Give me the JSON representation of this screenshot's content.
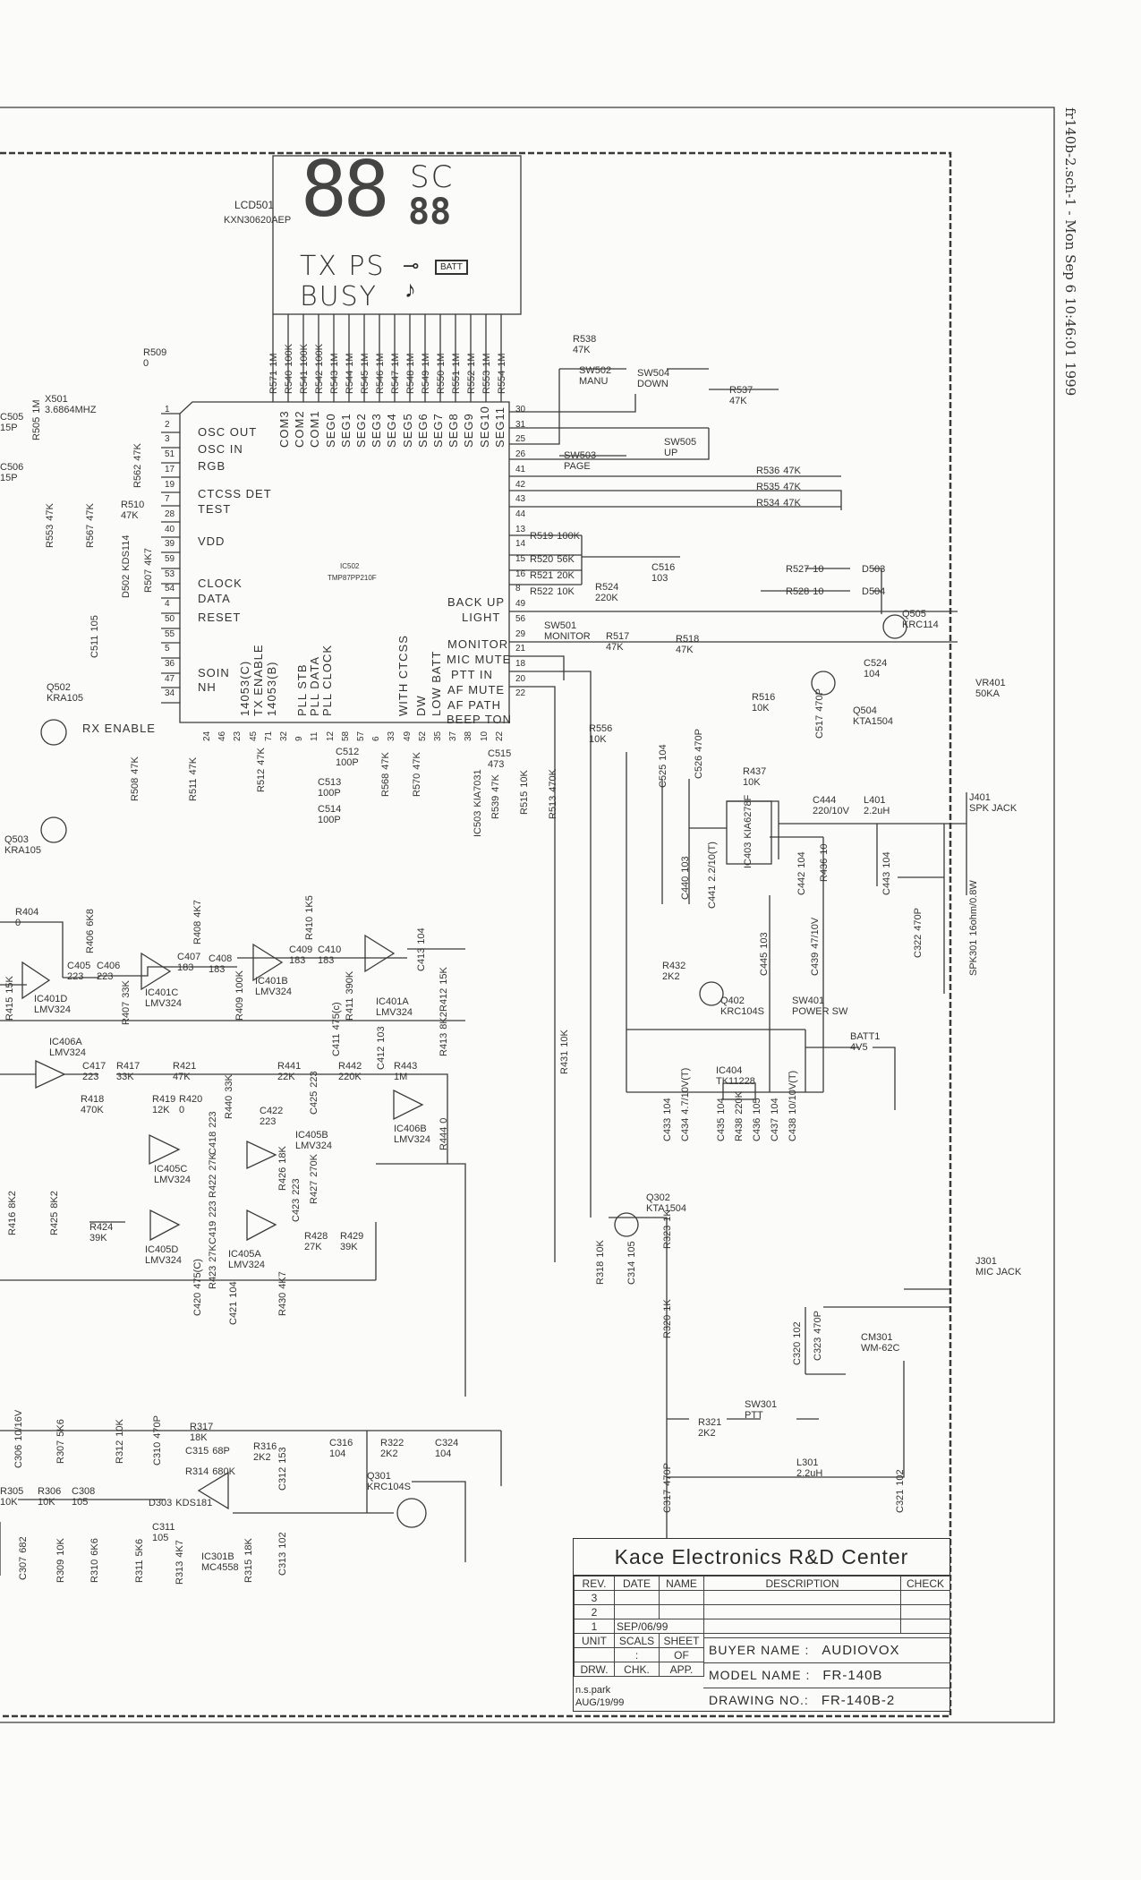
{
  "header_stamp": "fr140b-2.sch-1 - Mon Sep  6 10:46:01 1999",
  "lcd": {
    "ref": "LCD501",
    "part": "KXN30620AEP",
    "digits_big": "88",
    "sc_label": "SC",
    "digits_small": "88",
    "tx_ps": "TX PS",
    "busy": "BUSY",
    "batt": "BATT",
    "key_icon": "key-icon",
    "note_icon": "music-note-icon"
  },
  "ic502": {
    "ref": "IC502",
    "part": "TMP87PP210F",
    "left_pins": [
      "OSC OUT",
      "OSC IN",
      "RGB",
      "CTCSS DET",
      "TEST",
      "VDD",
      "CLOCK",
      "DATA",
      "RESET",
      "SOIN",
      "NH"
    ],
    "top_pins": [
      "COM3",
      "COM2",
      "COM1",
      "SEG0",
      "SEG1",
      "SEG2",
      "SEG3",
      "SEG4",
      "SEG5",
      "SEG6",
      "SEG7",
      "SEG8",
      "SEG9",
      "SEG10",
      "SEG11"
    ],
    "right_pins": [
      "BACK UP",
      "LIGHT",
      "MONITOR",
      "MIC MUTE",
      "PTT IN",
      "AF MUTE",
      "AF PATH",
      "BEEP TON"
    ],
    "bottom_pins": [
      "14053(C)",
      "TX ENABLE",
      "14053(B)",
      "PLL STB",
      "PLL DATA",
      "PLL CLOCK",
      "WITH CTCSS",
      "DW",
      "LOW BATT"
    ],
    "left_pin_numbers": [
      "1",
      "2",
      "3",
      "51",
      "17",
      "19",
      "7",
      "28",
      "40",
      "39",
      "59",
      "53",
      "54",
      "4",
      "50",
      "55",
      "5",
      "36",
      "47",
      "34"
    ],
    "right_pin_numbers": [
      "30",
      "31",
      "25",
      "26",
      "41",
      "42",
      "43",
      "44",
      "13",
      "14",
      "15",
      "16",
      "8",
      "49",
      "56",
      "29",
      "21",
      "18",
      "20",
      "22"
    ],
    "bottom_pin_numbers": [
      "24",
      "46",
      "23",
      "45",
      "71",
      "32",
      "9",
      "11",
      "12",
      "58",
      "57",
      "6",
      "33",
      "49",
      "52",
      "35",
      "37",
      "38",
      "10",
      "22"
    ]
  },
  "net_labels": {
    "rx_enable": "RX ENABLE"
  },
  "lcd_resistors": [
    {
      "ref": "R571",
      "value": "1M"
    },
    {
      "ref": "R540",
      "value": "100K"
    },
    {
      "ref": "R541",
      "value": "100K"
    },
    {
      "ref": "R542",
      "value": "100K"
    },
    {
      "ref": "R543",
      "value": "1M"
    },
    {
      "ref": "R544",
      "value": "1M"
    },
    {
      "ref": "R545",
      "value": "1M"
    },
    {
      "ref": "R546",
      "value": "1M"
    },
    {
      "ref": "R547",
      "value": "1M"
    },
    {
      "ref": "R548",
      "value": "1M"
    },
    {
      "ref": "R549",
      "value": "1M"
    },
    {
      "ref": "R550",
      "value": "1M"
    },
    {
      "ref": "R551",
      "value": "1M"
    },
    {
      "ref": "R552",
      "value": "1M"
    },
    {
      "ref": "R553",
      "value": "1M"
    },
    {
      "ref": "R554",
      "value": "1M"
    }
  ],
  "components": [
    {
      "ref": "R509",
      "value": "0"
    },
    {
      "ref": "X501",
      "value": "3.6864MHZ"
    },
    {
      "ref": "C505",
      "value": "15P"
    },
    {
      "ref": "R505",
      "value": "1M"
    },
    {
      "ref": "C506",
      "value": "15P"
    },
    {
      "ref": "R562",
      "value": "47K"
    },
    {
      "ref": "R510",
      "value": "47K"
    },
    {
      "ref": "R553",
      "value": "47K"
    },
    {
      "ref": "R567",
      "value": "47K"
    },
    {
      "ref": "D502",
      "value": "KDS114"
    },
    {
      "ref": "R507",
      "value": "4K7"
    },
    {
      "ref": "C511",
      "value": "105"
    },
    {
      "ref": "Q502",
      "value": "KRA105"
    },
    {
      "ref": "Q503",
      "value": "KRA105"
    },
    {
      "ref": "R508",
      "value": "47K"
    },
    {
      "ref": "R511",
      "value": "47K"
    },
    {
      "ref": "R512",
      "value": "47K"
    },
    {
      "ref": "C512",
      "value": "100P"
    },
    {
      "ref": "C513",
      "value": "100P"
    },
    {
      "ref": "C514",
      "value": "100P"
    },
    {
      "ref": "R568",
      "value": "47K"
    },
    {
      "ref": "R570",
      "value": "47K"
    },
    {
      "ref": "IC503",
      "value": "KIA7031"
    },
    {
      "ref": "R539",
      "value": "47K"
    },
    {
      "ref": "C515",
      "value": "473"
    },
    {
      "ref": "R515",
      "value": "10K"
    },
    {
      "ref": "R513",
      "value": "470K"
    },
    {
      "ref": "R556",
      "value": "10K"
    },
    {
      "ref": "R538",
      "value": "47K"
    },
    {
      "ref": "SW502",
      "value": "MANU"
    },
    {
      "ref": "SW504",
      "value": "DOWN"
    },
    {
      "ref": "R537",
      "value": "47K"
    },
    {
      "ref": "SW503",
      "value": "PAGE"
    },
    {
      "ref": "SW505",
      "value": "UP"
    },
    {
      "ref": "R536",
      "value": "47K"
    },
    {
      "ref": "R535",
      "value": "47K"
    },
    {
      "ref": "R534",
      "value": "47K"
    },
    {
      "ref": "R519",
      "value": "100K"
    },
    {
      "ref": "R520",
      "value": "56K"
    },
    {
      "ref": "R521",
      "value": "20K"
    },
    {
      "ref": "R522",
      "value": "10K"
    },
    {
      "ref": "R524",
      "value": "220K"
    },
    {
      "ref": "C516",
      "value": "103"
    },
    {
      "ref": "R527",
      "value": "10"
    },
    {
      "ref": "R528",
      "value": "10"
    },
    {
      "ref": "D503",
      "value": ""
    },
    {
      "ref": "D504",
      "value": ""
    },
    {
      "ref": "Q505",
      "value": "KRC114"
    },
    {
      "ref": "SW501",
      "value": "MONITOR"
    },
    {
      "ref": "R517",
      "value": "47K"
    },
    {
      "ref": "R518",
      "value": "47K"
    },
    {
      "ref": "C524",
      "value": "104"
    },
    {
      "ref": "R516",
      "value": "10K"
    },
    {
      "ref": "C517",
      "value": "470P"
    },
    {
      "ref": "Q504",
      "value": "KTA1504"
    },
    {
      "ref": "VR401",
      "value": "50KA"
    },
    {
      "ref": "C526",
      "value": "470P"
    },
    {
      "ref": "C525",
      "value": "104"
    },
    {
      "ref": "R437",
      "value": "10K"
    },
    {
      "ref": "IC403",
      "value": "KIA6278F"
    },
    {
      "ref": "C444",
      "value": "220/10V"
    },
    {
      "ref": "L401",
      "value": "2.2uH"
    },
    {
      "ref": "J401",
      "value": "SPK JACK"
    },
    {
      "ref": "R436",
      "value": "10"
    },
    {
      "ref": "C442",
      "value": "104"
    },
    {
      "ref": "C443",
      "value": "104"
    },
    {
      "ref": "C440",
      "value": "103"
    },
    {
      "ref": "C441",
      "value": "2.2/10(T)"
    },
    {
      "ref": "C322",
      "value": "470P"
    },
    {
      "ref": "SPK301",
      "value": "16ohm/0.8W"
    },
    {
      "ref": "C445",
      "value": "103"
    },
    {
      "ref": "C439",
      "value": "47/10V"
    },
    {
      "ref": "R432",
      "value": "2K2"
    },
    {
      "ref": "Q402",
      "value": "KRC104S"
    },
    {
      "ref": "SW401",
      "value": "POWER SW"
    },
    {
      "ref": "BATT1",
      "value": "4V5"
    },
    {
      "ref": "IC404",
      "value": "TK11228"
    },
    {
      "ref": "C433",
      "value": "104"
    },
    {
      "ref": "C434",
      "value": "4.7/10V(T)"
    },
    {
      "ref": "C435",
      "value": "104"
    },
    {
      "ref": "R438",
      "value": "220K"
    },
    {
      "ref": "C436",
      "value": "105"
    },
    {
      "ref": "C437",
      "value": "104"
    },
    {
      "ref": "C438",
      "value": "10/10V(T)"
    },
    {
      "ref": "R431",
      "value": "10K"
    },
    {
      "ref": "Q302",
      "value": "KTA1504"
    },
    {
      "ref": "R323",
      "value": "1K"
    },
    {
      "ref": "C314",
      "value": "105"
    },
    {
      "ref": "R318",
      "value": "10K"
    },
    {
      "ref": "R320",
      "value": "1K"
    },
    {
      "ref": "J301",
      "value": "MIC JACK"
    },
    {
      "ref": "C320",
      "value": "102"
    },
    {
      "ref": "C323",
      "value": "470P"
    },
    {
      "ref": "CM301",
      "value": "WM-62C"
    },
    {
      "ref": "SW301",
      "value": "PTT"
    },
    {
      "ref": "R321",
      "value": "2K2"
    },
    {
      "ref": "L301",
      "value": "2.2uH"
    },
    {
      "ref": "C317",
      "value": "470P"
    },
    {
      "ref": "C321",
      "value": "102"
    },
    {
      "ref": "R404",
      "value": "0"
    },
    {
      "ref": "IC401D",
      "value": "LMV324"
    },
    {
      "ref": "C405",
      "value": "223"
    },
    {
      "ref": "C406",
      "value": "223"
    },
    {
      "ref": "R406",
      "value": "6K8"
    },
    {
      "ref": "R407",
      "value": "33K"
    },
    {
      "ref": "IC401C",
      "value": "LMV324"
    },
    {
      "ref": "C407",
      "value": "183"
    },
    {
      "ref": "C408",
      "value": "183"
    },
    {
      "ref": "R408",
      "value": "4K7"
    },
    {
      "ref": "R409",
      "value": "100K"
    },
    {
      "ref": "IC401B",
      "value": "LMV324"
    },
    {
      "ref": "C409",
      "value": "183"
    },
    {
      "ref": "C410",
      "value": "183"
    },
    {
      "ref": "R410",
      "value": "1K5"
    },
    {
      "ref": "R411",
      "value": "390K"
    },
    {
      "ref": "IC401A",
      "value": "LMV324"
    },
    {
      "ref": "C413",
      "value": "104"
    },
    {
      "ref": "R412",
      "value": "15K"
    },
    {
      "ref": "R415",
      "value": "15K"
    },
    {
      "ref": "C411",
      "value": "475(c)"
    },
    {
      "ref": "C412",
      "value": "103"
    },
    {
      "ref": "R413",
      "value": "8K2"
    },
    {
      "ref": "IC406A",
      "value": "LMV324"
    },
    {
      "ref": "C417",
      "value": "223"
    },
    {
      "ref": "R417",
      "value": "33K"
    },
    {
      "ref": "R418",
      "value": "470K"
    },
    {
      "ref": "R421",
      "value": "47K"
    },
    {
      "ref": "R419",
      "value": "12K"
    },
    {
      "ref": "R420",
      "value": "0"
    },
    {
      "ref": "R441",
      "value": "22K"
    },
    {
      "ref": "R442",
      "value": "220K"
    },
    {
      "ref": "R443",
      "value": "1M"
    },
    {
      "ref": "R440",
      "value": "33K"
    },
    {
      "ref": "C425",
      "value": "223"
    },
    {
      "ref": "C422",
      "value": "223"
    },
    {
      "ref": "IC405B",
      "value": "LMV324"
    },
    {
      "ref": "IC406B",
      "value": "LMV324"
    },
    {
      "ref": "R444",
      "value": "0"
    },
    {
      "ref": "C418",
      "value": "223"
    },
    {
      "ref": "IC405C",
      "value": "LMV324"
    },
    {
      "ref": "R422",
      "value": "27K"
    },
    {
      "ref": "R426",
      "value": "18K"
    },
    {
      "ref": "R427",
      "value": "270K"
    },
    {
      "ref": "R416",
      "value": "8K2"
    },
    {
      "ref": "R425",
      "value": "8K2"
    },
    {
      "ref": "R424",
      "value": "39K"
    },
    {
      "ref": "C419",
      "value": "223"
    },
    {
      "ref": "IC405D",
      "value": "LMV324"
    },
    {
      "ref": "R423",
      "value": "27K"
    },
    {
      "ref": "IC405A",
      "value": "LMV324"
    },
    {
      "ref": "C423",
      "value": "223"
    },
    {
      "ref": "R428",
      "value": "27K"
    },
    {
      "ref": "R429",
      "value": "39K"
    },
    {
      "ref": "C420",
      "value": "475(C)"
    },
    {
      "ref": "C421",
      "value": "104"
    },
    {
      "ref": "R430",
      "value": "4K7"
    },
    {
      "ref": "R317",
      "value": "18K"
    },
    {
      "ref": "C306",
      "value": "10/16V"
    },
    {
      "ref": "R307",
      "value": "5K6"
    },
    {
      "ref": "R312",
      "value": "10K"
    },
    {
      "ref": "C310",
      "value": "470P"
    },
    {
      "ref": "C315",
      "value": "68P"
    },
    {
      "ref": "R316",
      "value": "2K2"
    },
    {
      "ref": "C312",
      "value": "153"
    },
    {
      "ref": "R314",
      "value": "680K"
    },
    {
      "ref": "C316",
      "value": "104"
    },
    {
      "ref": "R322",
      "value": "2K2"
    },
    {
      "ref": "C324",
      "value": "104"
    },
    {
      "ref": "Q301",
      "value": "KRC104S"
    },
    {
      "ref": "R305",
      "value": "10K"
    },
    {
      "ref": "R306",
      "value": "10K"
    },
    {
      "ref": "C308",
      "value": "105"
    },
    {
      "ref": "D303",
      "value": "KDS181"
    },
    {
      "ref": "C311",
      "value": "105"
    },
    {
      "ref": "IC301B",
      "value": "MC4558"
    },
    {
      "ref": "C307",
      "value": "682"
    },
    {
      "ref": "R309",
      "value": "10K"
    },
    {
      "ref": "R310",
      "value": "6K6"
    },
    {
      "ref": "R311",
      "value": "5K6"
    },
    {
      "ref": "R313",
      "value": "4K7"
    },
    {
      "ref": "R315",
      "value": "18K"
    },
    {
      "ref": "C313",
      "value": "102"
    }
  ],
  "title_block": {
    "company": "Kace Electronics R&D Center",
    "headers": [
      "REV.",
      "DATE",
      "NAME",
      "DESCRIPTION",
      "CHECK"
    ],
    "revisions": [
      {
        "rev": "3",
        "date": "",
        "name": ""
      },
      {
        "rev": "2",
        "date": "",
        "name": ""
      },
      {
        "rev": "1",
        "date": "SEP/06/99",
        "name": ""
      }
    ],
    "unit_label": "UNIT",
    "scale_label": "SCALS",
    "scale_value": ":",
    "sheet_label": "SHEET",
    "sheet_value": "OF",
    "drw_label": "DRW.",
    "chk_label": "CHK.",
    "app_label": "APP.",
    "drawn_by": "n.s.park",
    "drawn_date": "AUG/19/99",
    "buyer_label": "BUYER NAME :",
    "buyer": "AUDIOVOX",
    "model_label": "MODEL NAME :",
    "model": "FR-140B",
    "drawing_label": "DRAWING NO.:",
    "drawing_no": "FR-140B-2"
  }
}
